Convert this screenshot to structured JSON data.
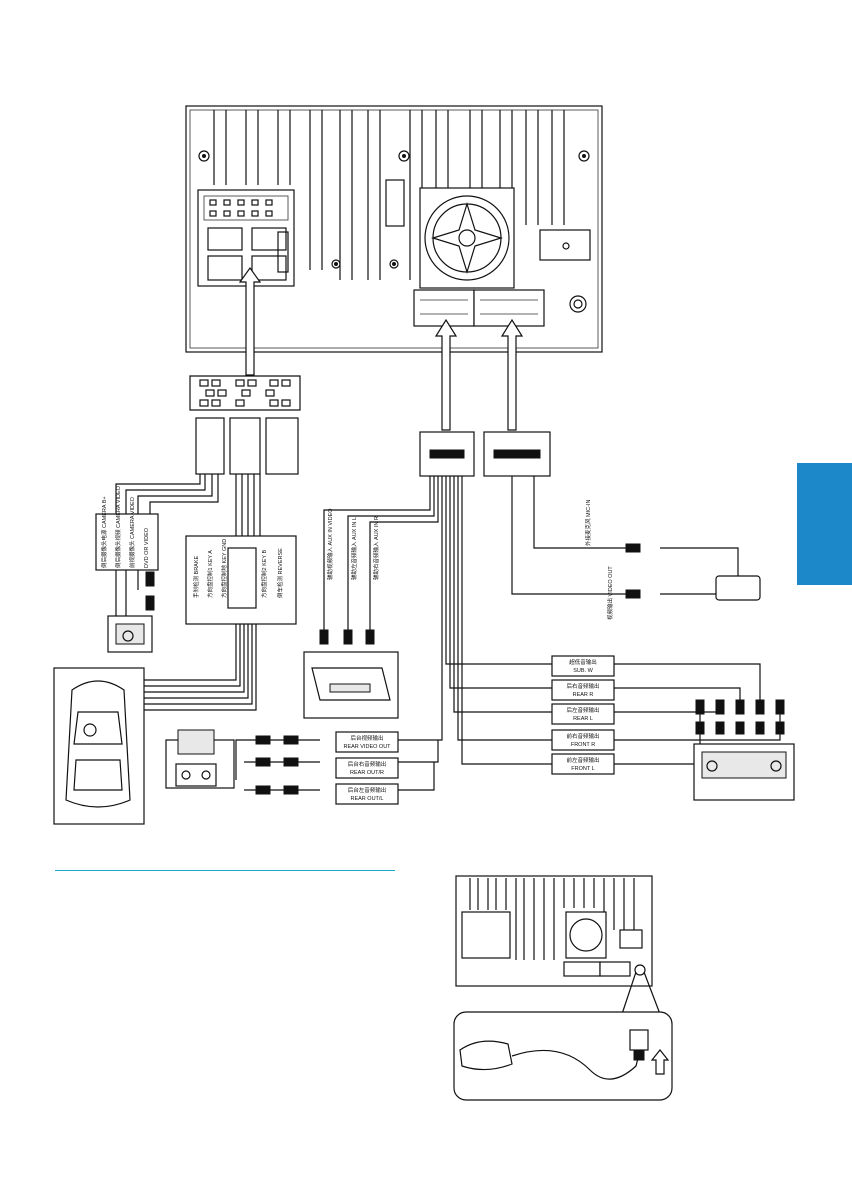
{
  "side_tab": {
    "color": "#1d88c9"
  },
  "separator_color": "#1aa7c6",
  "camera_labels": [
    "倒后摄像头电源 CAMERA B+",
    "倒后摄像头视频 CAMERA VIDEO",
    "前视摄像头 CAMERA VIDEO",
    "DVD OR VIDEO"
  ],
  "harness_labels": [
    "手刹检测 BRAKE",
    "方向盘控制1 KEY A",
    "方向盘控制地 KEY GND",
    "方向盘控制2 KEY B",
    "倒车检测 REVERSE"
  ],
  "aux_labels": [
    "辅助视频输入 AUX IN VIDEO",
    "辅助左音频输入 AUX IN L",
    "辅助右音频输入 AUX IN R"
  ],
  "mic_labels": [
    "外接麦克风 MIC-IN"
  ],
  "gps_labels": [
    "视频输出 VIDEO OUT"
  ],
  "audio_out_labels": [
    {
      "cn": "超低音输出",
      "en": "SUB. W"
    },
    {
      "cn": "后右音频输出",
      "en": "REAR R"
    },
    {
      "cn": "后左音频输出",
      "en": "REAR L"
    },
    {
      "cn": "前右音频输出",
      "en": "FRONT R"
    },
    {
      "cn": "前左音频输出",
      "en": "FRONT L"
    }
  ],
  "rear_out_labels": [
    {
      "cn": "后台视频输出",
      "en": "REAR VIDEO OUT"
    },
    {
      "cn": "后台右音频输出",
      "en": "REAR OUT/R"
    },
    {
      "cn": "后台左音频输出",
      "en": "REAR OUT/L"
    }
  ]
}
